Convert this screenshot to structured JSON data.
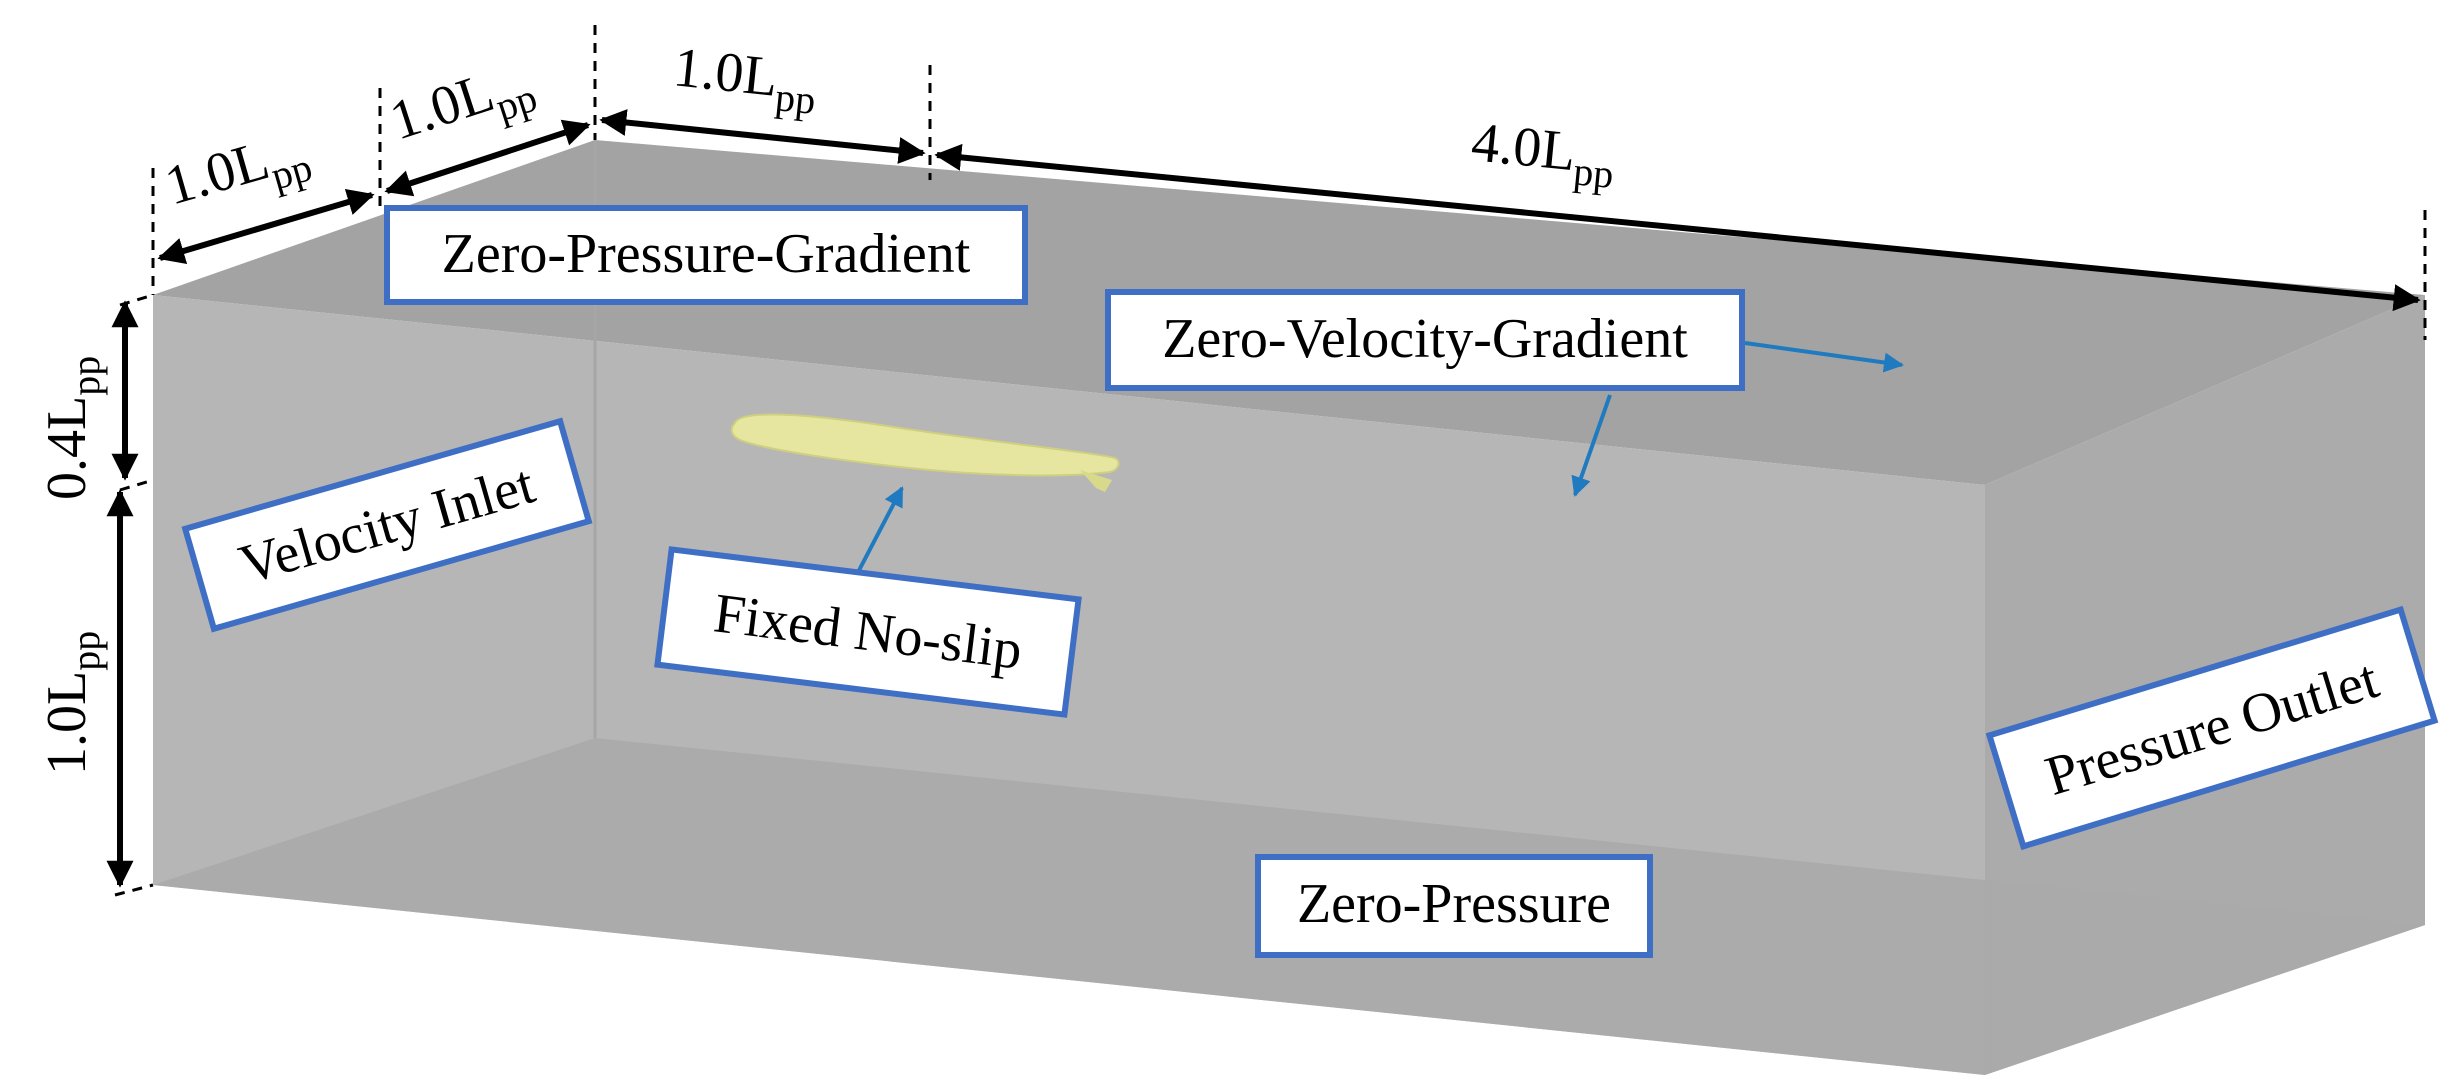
{
  "dimensions": {
    "inlet_width": {
      "main": "1.0L",
      "sub": "pp"
    },
    "upstream": {
      "main": "1.0L",
      "sub": "pp"
    },
    "ship_length": {
      "main": "1.0L",
      "sub": "pp"
    },
    "downstream": {
      "main": "4.0L",
      "sub": "pp"
    },
    "air_height": {
      "main": "0.4L",
      "sub": "pp"
    },
    "water_depth": {
      "main": "1.0L",
      "sub": "pp"
    }
  },
  "boundaries": {
    "top": "Zero-Pressure-Gradient",
    "side": "Zero-Velocity-Gradient",
    "inlet": "Velocity Inlet",
    "hull": "Fixed No-slip",
    "outlet": "Pressure Outlet",
    "bottom": "Zero-Pressure"
  },
  "colors": {
    "label_border": "#3f6fc4",
    "pointer_arrow": "#1f7ac0",
    "dimension_line": "#000000",
    "hull_fill": "#e8e89a",
    "domain_top": "#a3a3a3",
    "domain_front": "#b8b8b8",
    "domain_bottom": "#a8a8a8",
    "domain_outlet": "#adadad"
  }
}
